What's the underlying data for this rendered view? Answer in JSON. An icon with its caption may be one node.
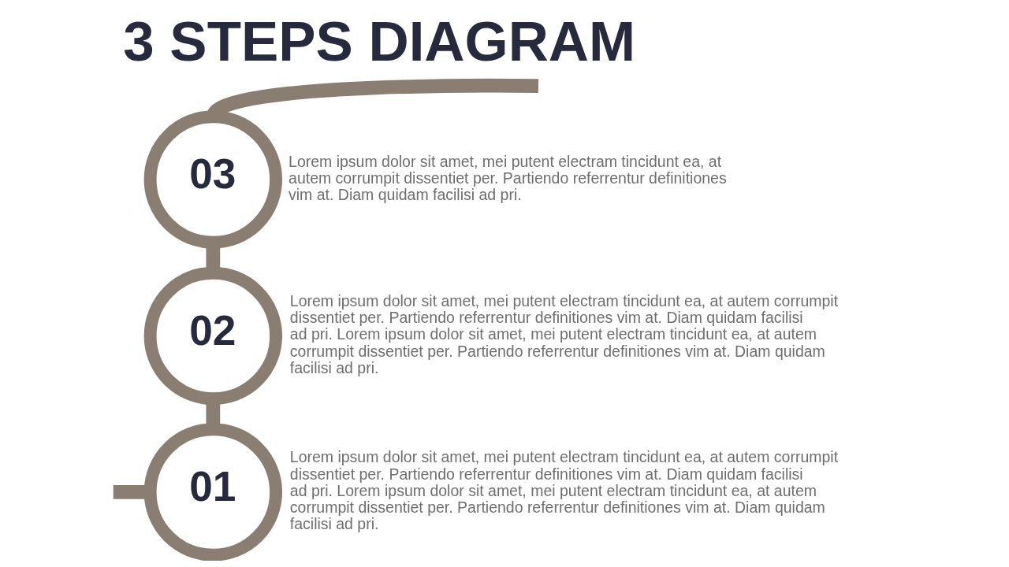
{
  "diagram": {
    "title": "3 STEPS DIAGRAM",
    "nodes": [
      {
        "text": [
          "01"
        ],
        "beside": [
          "Lorem ipsum dolor sit amet, mei putent electram tincidunt ea, at autem corrumpit dissentiet per. Partiendo referrentur definitiones vim at. Diam quidam facilisi ad pri. Lorem ipsum dolor sit amet, mei putent electram tincidunt ea, at autem corrumpit dissentiet per. Partiendo referrentur definitiones vim at. Diam quidam facilisi ad pri."
        ]
      },
      {
        "text": [
          "02"
        ],
        "beside": [
          "Lorem ipsum dolor sit amet, mei putent electram tincidunt ea, at autem corrumpit dissentiet per. Partiendo referrentur definitiones vim at. Diam quidam facilisi ad pri. Lorem ipsum dolor sit amet, mei putent electram tincidunt ea, at autem corrumpit dissentiet per. Partiendo referrentur definitiones vim at. Diam quidam facilisi ad pri."
        ]
      },
      {
        "text": [
          "03"
        ],
        "beside": [
          "Lorem ipsum dolor sit amet, mei putent electram tincidunt ea, at autem corrumpit dissentiet per. Partiendo referrentur definitiones vim at. Diam quidam facilisi ad pri."
        ]
      }
    ],
    "edges": [
      {
        "from": null,
        "to": 0,
        "arrow": "none"
      },
      {
        "from": 0,
        "to": 1,
        "arrow": "none"
      },
      {
        "from": 1,
        "to": 2,
        "arrow": "none"
      },
      {
        "from": 2,
        "to": null,
        "arrow": "none"
      }
    ]
  }
}
